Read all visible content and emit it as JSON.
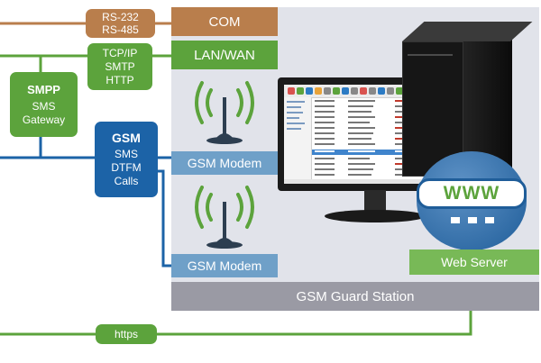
{
  "station": {
    "title": "GSM Guard Station"
  },
  "ports": {
    "com": {
      "label": "COM"
    },
    "lan": {
      "label": "LAN/WAN"
    }
  },
  "modems": [
    {
      "label": "GSM Modem"
    },
    {
      "label": "GSM Modem"
    }
  ],
  "interfaces": {
    "serial": {
      "lines": [
        "RS-232",
        "RS-485"
      ]
    },
    "network": {
      "lines": [
        "TCP/IP",
        "SMTP",
        "HTTP"
      ]
    },
    "smpp": {
      "title": "SMPP",
      "lines": [
        "SMS",
        "Gateway"
      ]
    },
    "gsm": {
      "title": "GSM",
      "lines": [
        "SMS",
        "DTFM",
        "Calls"
      ]
    },
    "https": {
      "label": "https"
    }
  },
  "web_server": {
    "label": "Web Server",
    "badge": "WWW"
  },
  "colors": {
    "brown": "#b97e4c",
    "green": "#5ca33c",
    "blue": "#1c63a7",
    "modem_blue": "#6fa0c8",
    "station_bg": "#e1e3ea",
    "footer_gray": "#9a9aa4"
  },
  "icons": [
    "antenna-icon",
    "monitor-icon",
    "server-tower-icon",
    "www-globe-icon"
  ]
}
